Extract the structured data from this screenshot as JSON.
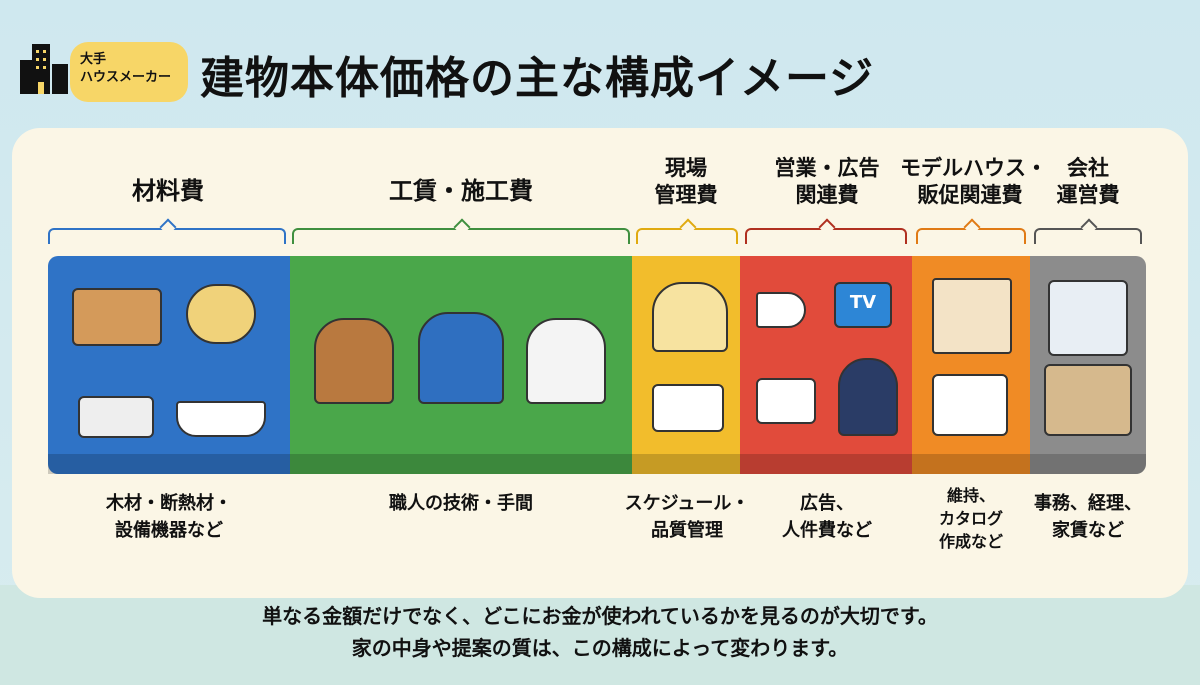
{
  "badge": {
    "line1": "大手",
    "line2": "ハウスメーカー"
  },
  "title": "建物本体価格の主な構成イメージ",
  "segments": [
    {
      "header": "材料費",
      "desc": "木材・断熱材・\n設備機器など",
      "color": "#2f73c6"
    },
    {
      "header": "工賃・施工費",
      "desc": "職人の技術・手間",
      "color": "#4aa74a"
    },
    {
      "header": "現場\n管理費",
      "desc": "スケジュール・\n品質管理",
      "color": "#f2bd2c"
    },
    {
      "header": "営業・広告\n関連費",
      "desc": "広告、\n人件費など",
      "color": "#e14b3b"
    },
    {
      "header": "モデルハウス・\n販促関連費",
      "desc": "維持、\nカタログ\n作成など",
      "color": "#f08b25"
    },
    {
      "header": "会社\n運営費",
      "desc": "事務、経理、\n家賃など",
      "color": "#8c8c8c"
    }
  ],
  "tv_label": "TV",
  "message": {
    "line1": "単なる金額だけでなく、どこにお金が使われているかを見るのが大切です。",
    "line2": "家の中身や提案の質は、この構成によって変わります。"
  }
}
